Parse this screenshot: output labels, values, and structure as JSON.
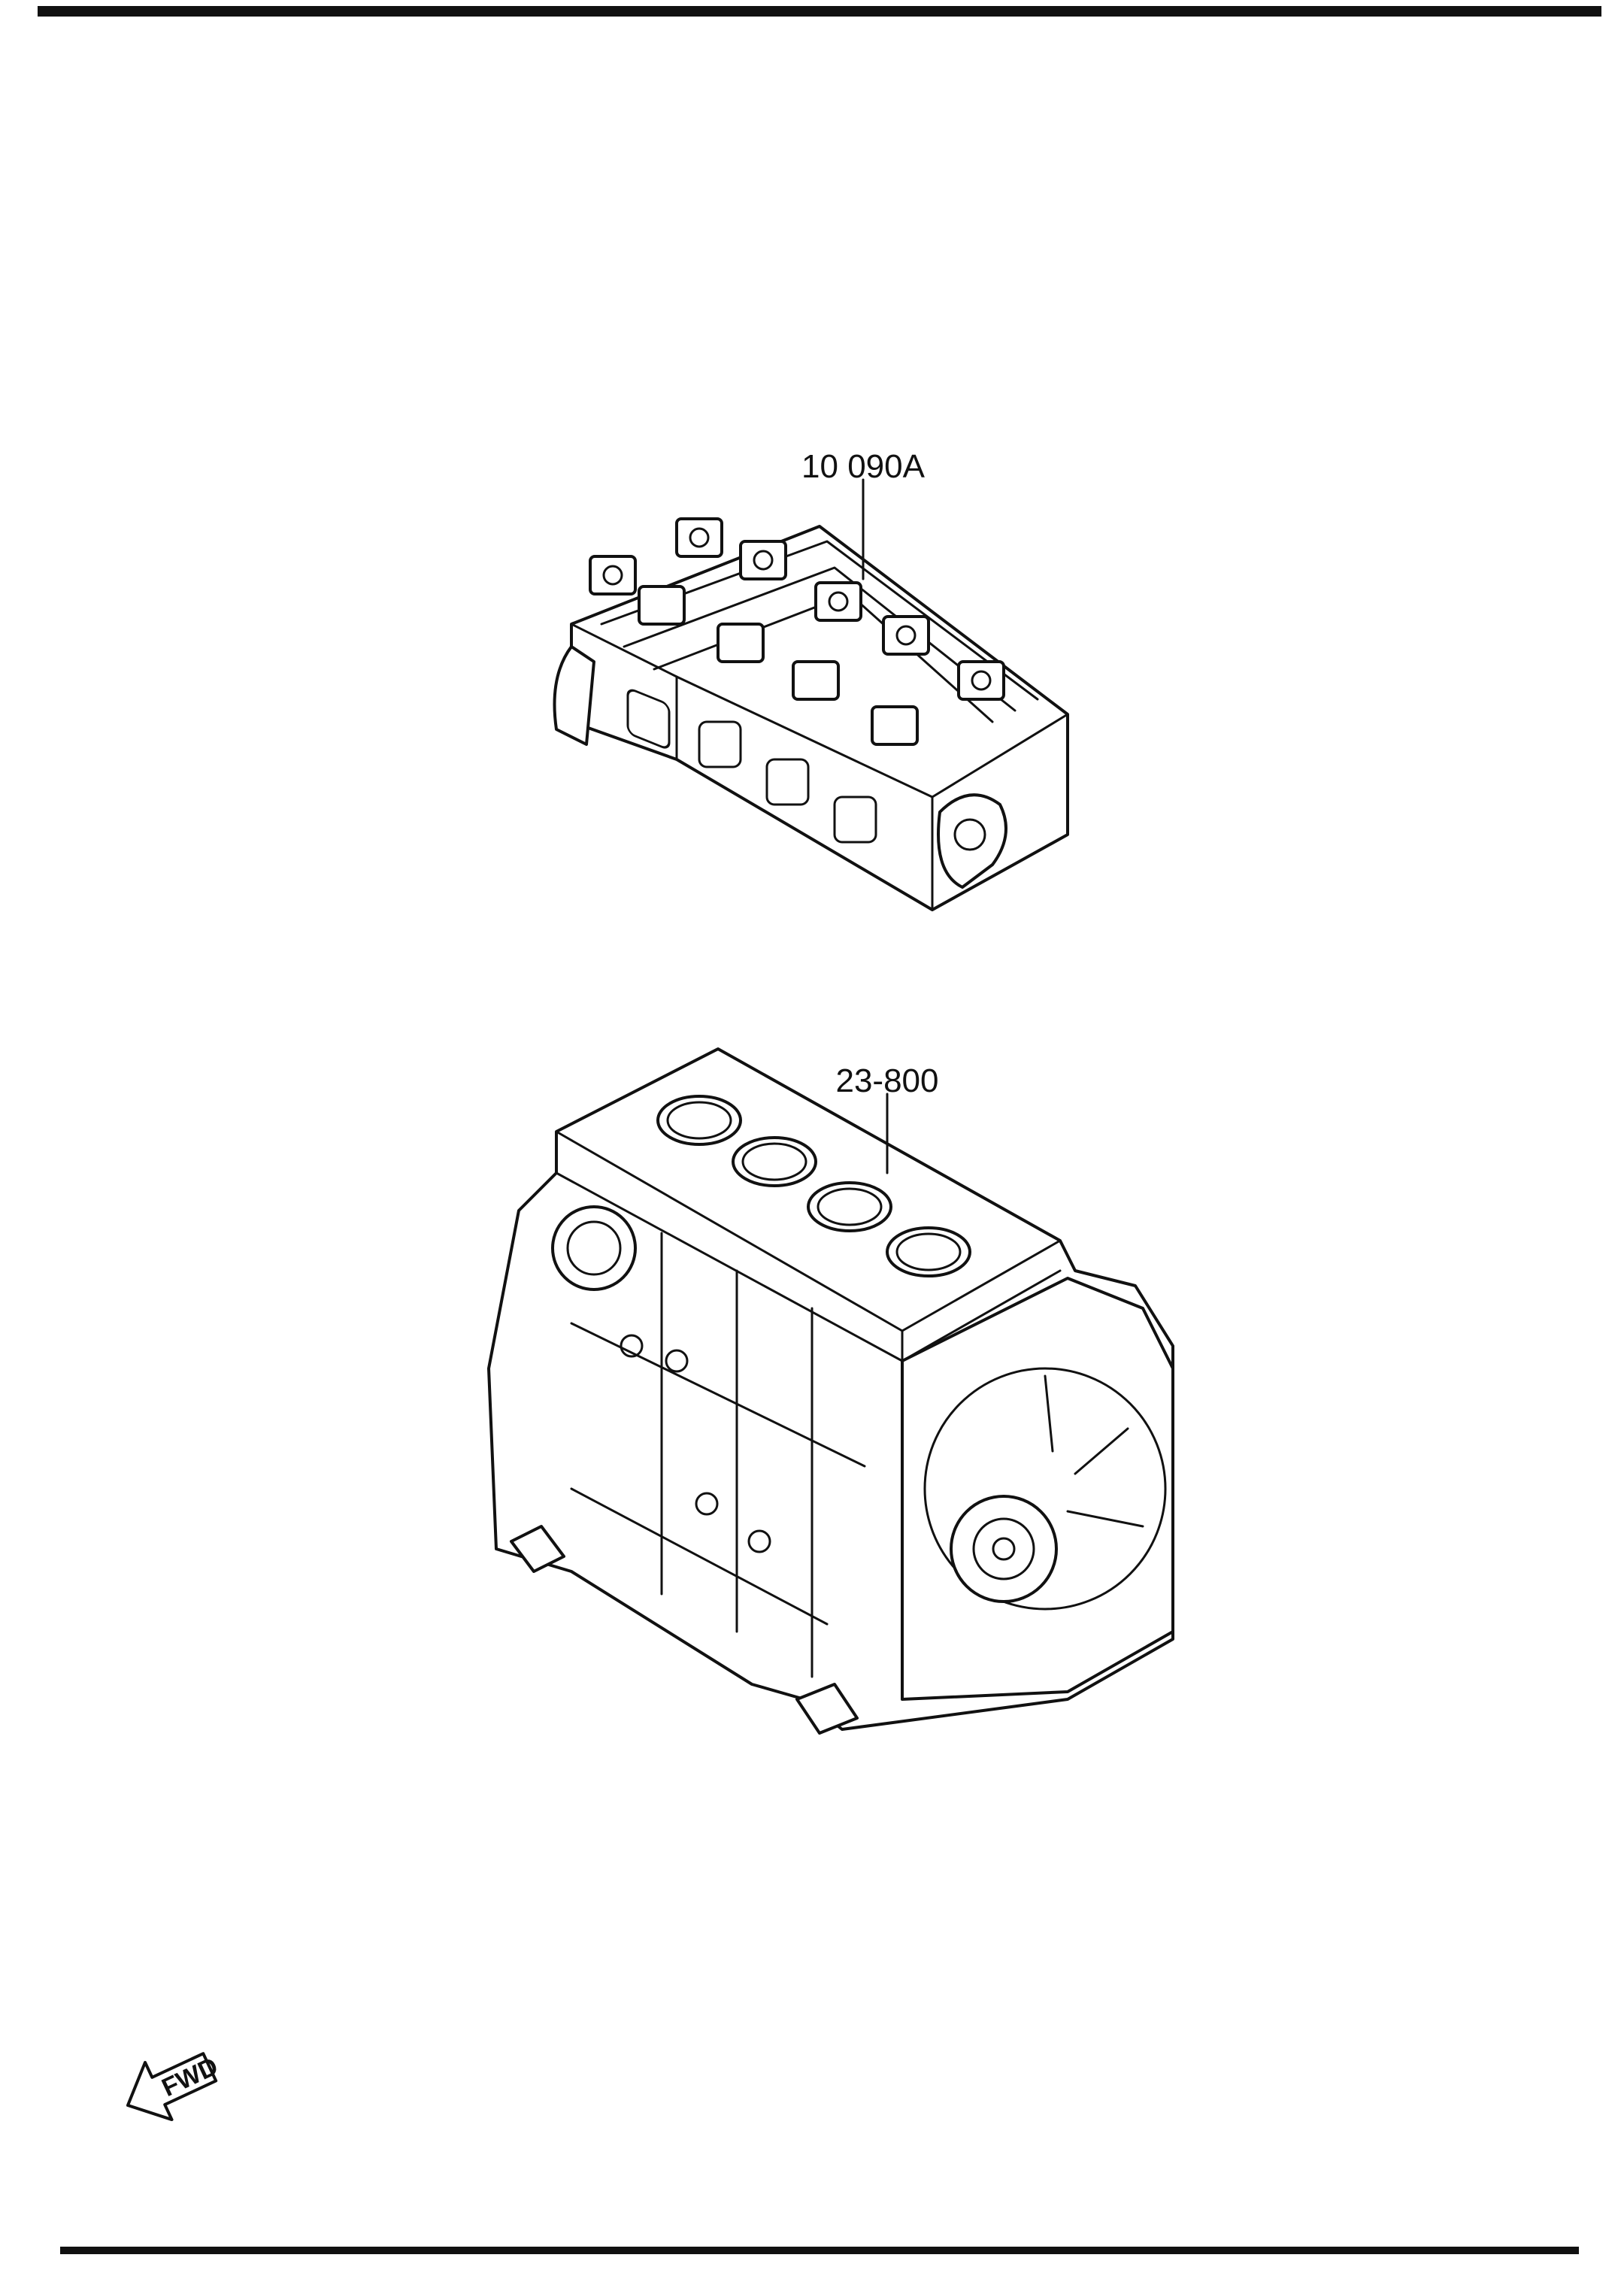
{
  "parts": [
    {
      "id": "cylinder-head",
      "number": "10 090A"
    },
    {
      "id": "cylinder-block",
      "number": "23-800"
    }
  ],
  "direction_indicator": {
    "label": "FWD"
  }
}
